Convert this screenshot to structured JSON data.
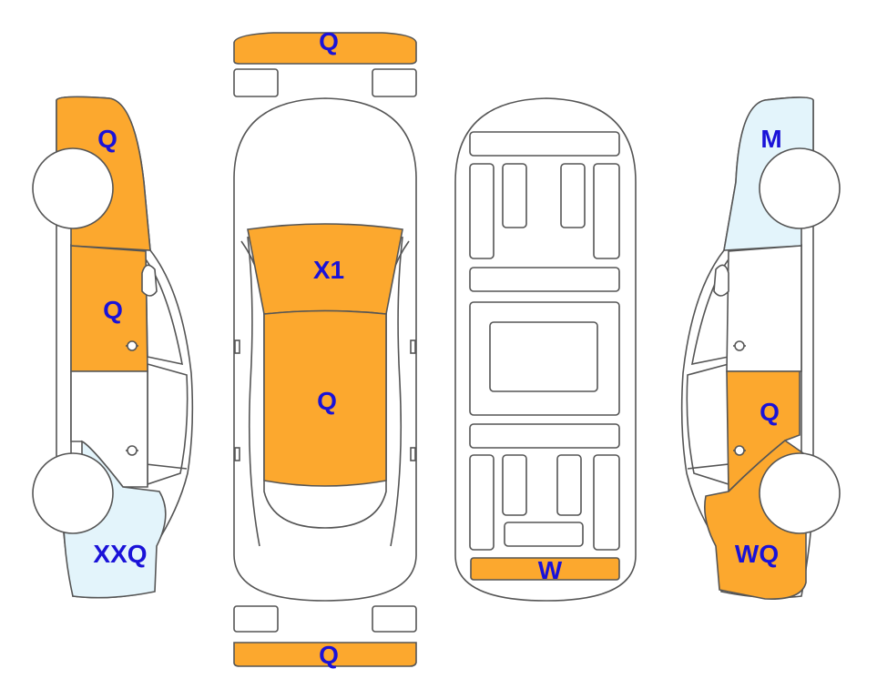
{
  "colors": {
    "damage_orange": "#fca82e",
    "light_blue": "#e3f4fb",
    "outline": "#555555",
    "label_text": "#1a12d8",
    "panel_default": "#ffffff"
  },
  "panels": {
    "left_front_fender": {
      "label": "Q",
      "color": "damage_orange"
    },
    "left_front_door": {
      "label": "Q",
      "color": "damage_orange"
    },
    "left_rear_quarter": {
      "label": "XXQ",
      "color": "light_blue"
    },
    "front_bumper": {
      "label": "Q",
      "color": "damage_orange"
    },
    "hood": {
      "label": "X1",
      "color": "damage_orange"
    },
    "roof": {
      "label": "Q",
      "color": "damage_orange"
    },
    "rear_bumper": {
      "label": "Q",
      "color": "damage_orange"
    },
    "underbody_rear": {
      "label": "W",
      "color": "damage_orange"
    },
    "right_front_fender": {
      "label": "M",
      "color": "light_blue"
    },
    "right_rear_door": {
      "label": "Q",
      "color": "damage_orange"
    },
    "right_rear_quarter": {
      "label": "WQ",
      "color": "damage_orange"
    }
  }
}
